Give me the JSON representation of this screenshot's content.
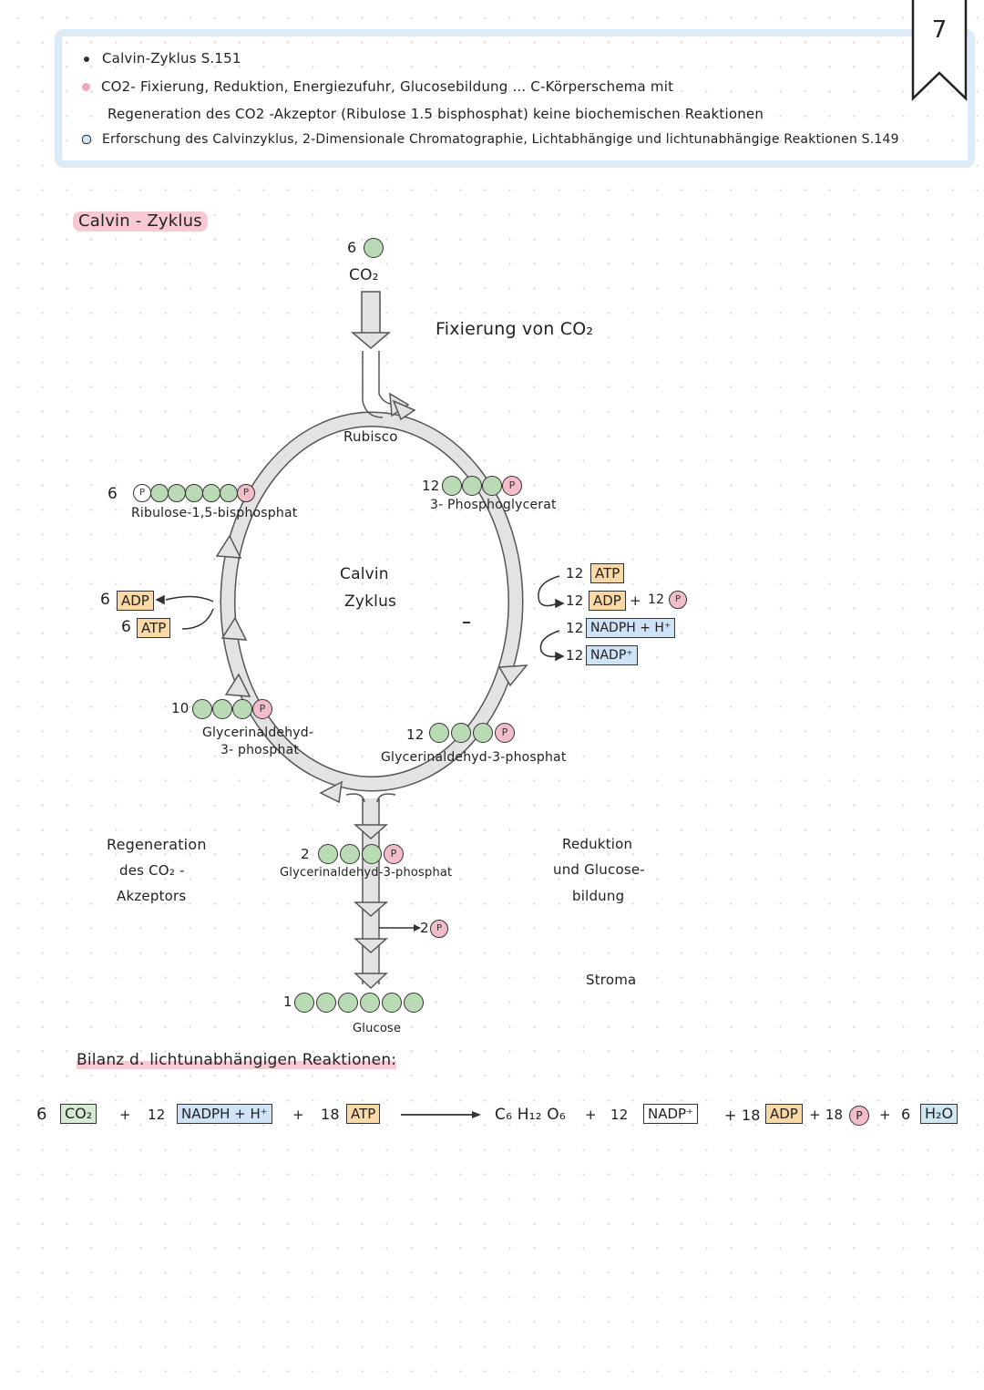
{
  "page_number": "7",
  "notes": [
    "Calvin-Zyklus S.151",
    "CO2- Fixierung, Reduktion, Energiezufuhr, Glucosebildung ... C-Körperschema mit",
    "Regeneration des CO2 -Akzeptor (Ribulose 1.5 bisphosphat) keine biochemischen Reaktionen",
    "Erforschung des Calvinzyklus, 2-Dimensionale Chromatographie, Lichtabhängige und lichtunabhängige Reaktionen S.149"
  ],
  "title": "Calvin - Zyklus",
  "diagram": {
    "co2_count": "6",
    "co2_label": "CO₂",
    "fixation_label": "Fixierung von CO₂",
    "rubisco": "Rubisco",
    "center_line1": "Calvin",
    "center_line2": "Zyklus",
    "rubp_count": "6",
    "rubp_label": "Ribulose-1,5-bisphosphat",
    "pga_count": "12",
    "pga_label": "3- Phosphoglycerat",
    "g3p_right_count": "12",
    "g3p_right_label": "Glycerinaldehyd-3-phosphat",
    "g3p_left_count": "10",
    "g3p_left_label1": "Glycerinaldehyd-",
    "g3p_left_label2": "3- phosphat",
    "g3p_out_count": "2",
    "g3p_out_label": "Glycerinaldehyd-3-phosphat",
    "pi_out_count": "2",
    "glucose_count": "1",
    "glucose_label": "Glucose",
    "phosphate_symbol": "P",
    "left_inputs": {
      "adp_count": "6",
      "adp": "ADP",
      "atp_count": "6",
      "atp": "ATP"
    },
    "right_inputs": {
      "atp_count": "12",
      "atp": "ATP",
      "adp_count": "12",
      "adp": "ADP",
      "plus": "+",
      "pi_count": "12",
      "nadph_count": "12",
      "nadph": "NADPH + H⁺",
      "nadp_count": "12",
      "nadp": "NADP⁺"
    },
    "regen_line1": "Regeneration",
    "regen_line2": "des CO₂ -",
    "regen_line3": "Akzeptors",
    "red_line1": "Reduktion",
    "red_line2": "und Glucose-",
    "red_line3": "bildung",
    "stroma": "Stroma",
    "dash": "-"
  },
  "balance_title": "Bilanz d. lichtunabhängigen Reaktionen:",
  "equation": {
    "co2_coef": "6",
    "co2": "CO₂",
    "plus1": "+",
    "nadph_coef": "12",
    "nadph": "NADPH + H⁺",
    "plus2": "+",
    "atp_coef": "18",
    "atp": "ATP",
    "product": "C₆ H₁₂ O₆",
    "plus3": "+",
    "nadp_coef": "12",
    "nadp": "NADP⁺",
    "plus4": "+ 18",
    "adp": "ADP",
    "plus5": "+ 18",
    "pi": "P",
    "plus6": "+",
    "h2o_coef": "6",
    "h2o": "H₂O"
  },
  "colors": {
    "header_border": "#dcebf8",
    "title_highlight": "#f7c9d3",
    "carbon_circle": "#b9dab4",
    "phosphate_circle": "#f2bdc9",
    "arrow_fill": "#e3e3e3",
    "atp_box": "#fbd9a6",
    "nadph_box": "#cfe3f6",
    "co2_box": "#d6ecd2"
  }
}
